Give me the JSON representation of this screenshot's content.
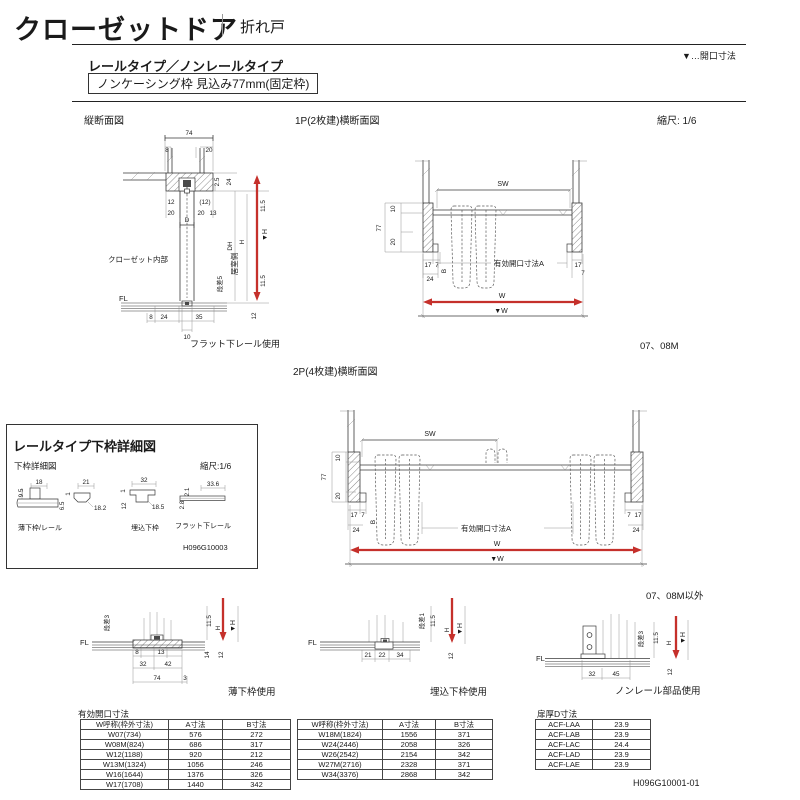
{
  "page": {
    "title": "クローゼットドア",
    "subtitle": "折れ戸",
    "legend": "▼…開口寸法",
    "type_line": "レールタイプ／ノンレールタイプ",
    "frame_spec": "ノンケーシング枠 見込み77mm(固定枠)",
    "scale_main": "縮尺: 1/6",
    "doc_code": "H096G10001-01"
  },
  "vs": {
    "title": "縦断面図",
    "caption": "フラット下レール使用",
    "closet": "クローゼット内部",
    "room": "居室側",
    "step": "段差5",
    "fl": "FL",
    "d74": "74",
    "d8": "8",
    "d20t": "20",
    "d2_5": "2.5",
    "d24": "24",
    "d12": "12",
    "d12p": "(12)",
    "d20a": "20",
    "d20b": "20",
    "d13": "13",
    "d11_5a": "11.5",
    "dD": "D",
    "dDH": "DH",
    "dH": "H",
    "dVH": "▼H",
    "d11_5b": "11.5",
    "d12r": "12",
    "b8": "8",
    "b24": "24",
    "b35": "35",
    "b10": "10"
  },
  "h1": {
    "title": "1P(2枚建)横断面図",
    "note": "07、08M",
    "sw": "SW",
    "d10": "10",
    "d77": "77",
    "d20": "20",
    "d17l": "17",
    "d7l": "7",
    "d24": "24",
    "dB": "B",
    "openA": "有効開口寸法A",
    "d17r": "17",
    "d7r": "7",
    "w": "W",
    "vw": "▼W"
  },
  "h2": {
    "title": "2P(4枚建)横断面図",
    "note": "07、08M以外",
    "sw": "SW",
    "d10": "10",
    "d77": "77",
    "d20": "20",
    "d17l": "17",
    "d7l": "7",
    "d24l": "24",
    "dB": "B",
    "openA": "有効開口寸法A",
    "d7r": "7",
    "d17r": "17",
    "d24r": "24",
    "w": "W",
    "vw": "▼W"
  },
  "box": {
    "title": "レールタイプ下枠詳細図",
    "sub": "下枠詳細図",
    "scale": "縮尺:1/6",
    "code": "H096G10003",
    "c1": "薄下枠/レール",
    "c3": "埋込下枠",
    "c4": "フラット下レール",
    "d1_18": "18",
    "d1_95": "9.5",
    "d2_21": "21",
    "d2_1": "1",
    "d2_65": "6.5",
    "d2_182": "18.2",
    "d3_32": "32",
    "d3_1": "1",
    "d3_12": "12",
    "d3_185": "18.5",
    "d4_336": "33.6",
    "d4_21": "2.1",
    "d4_28": "2.8"
  },
  "b1": {
    "caption": "薄下枠使用",
    "fl": "FL",
    "step": "段差3",
    "d115": "11.5",
    "dH": "H",
    "dVH": "▼H",
    "d14": "14",
    "d12": "12",
    "d8": "8",
    "d13": "13",
    "d32": "32",
    "d42": "42",
    "d74": "74",
    "d3": "3"
  },
  "b2": {
    "caption": "埋込下枠使用",
    "fl": "FL",
    "step": "段差1",
    "d115": "11.5",
    "dH": "H",
    "dVH": "▼H",
    "d12": "12",
    "d21": "21",
    "d22": "22",
    "d34": "34"
  },
  "b3": {
    "caption": "ノンレール部品使用",
    "fl": "FL",
    "step": "段差3",
    "d115": "11.5",
    "dH": "H",
    "dVH": "▼H",
    "d12": "12",
    "d32": "32",
    "d45": "45"
  },
  "tables": {
    "t1": {
      "title": "有効開口寸法",
      "headers": [
        "W呼称(枠外寸法)",
        "A寸法",
        "B寸法"
      ],
      "rows": [
        [
          "W07(734)",
          "576",
          "272"
        ],
        [
          "W08M(824)",
          "686",
          "317"
        ],
        [
          "W12(1188)",
          "920",
          "212"
        ],
        [
          "W13M(1324)",
          "1056",
          "246"
        ],
        [
          "W16(1644)",
          "1376",
          "326"
        ],
        [
          "W17(1708)",
          "1440",
          "342"
        ]
      ]
    },
    "t2": {
      "headers": [
        "W呼称(枠外寸法)",
        "A寸法",
        "B寸法"
      ],
      "rows": [
        [
          "W18M(1824)",
          "1556",
          "371"
        ],
        [
          "W24(2446)",
          "2058",
          "326"
        ],
        [
          "W26(2542)",
          "2154",
          "342"
        ],
        [
          "W27M(2716)",
          "2328",
          "371"
        ],
        [
          "W34(3376)",
          "2868",
          "342"
        ]
      ]
    },
    "t3": {
      "title": "扉厚D寸法",
      "rows": [
        [
          "ACF-LAA",
          "23.9"
        ],
        [
          "ACF-LAB",
          "23.9"
        ],
        [
          "ACF-LAC",
          "24.4"
        ],
        [
          "ACF-LAD",
          "23.9"
        ],
        [
          "ACF-LAE",
          "23.9"
        ]
      ]
    }
  }
}
